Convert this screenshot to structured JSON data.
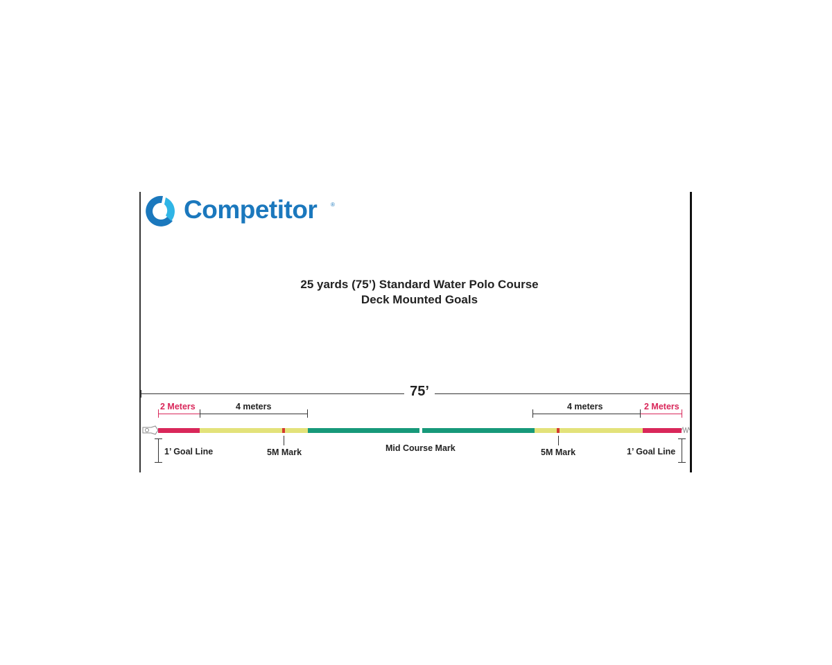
{
  "brand": {
    "name": "Competitor",
    "registered_mark": "®",
    "logo_colors": {
      "outer_arc": "#1b78bd",
      "inner_arc": "#2fb5e6",
      "text": "#1b78bd"
    }
  },
  "title": {
    "line1": "25 yards (75’) Standard Water Polo Course",
    "line2": "Deck Mounted Goals"
  },
  "overall_dimension": {
    "label": "75’"
  },
  "segments": {
    "left_red": {
      "label": "2 Meters",
      "color": "#d9275a"
    },
    "left_yellow": {
      "label": "4 meters",
      "color": "#e3e27a"
    },
    "center_green": {
      "color": "#17997a"
    },
    "right_yellow": {
      "label": "4 meters",
      "color": "#e3e27a"
    },
    "right_red": {
      "label": "2 Meters",
      "color": "#d9275a"
    }
  },
  "markers": {
    "left_goal_line": "1’ Goal Line",
    "left_5m": "5M Mark",
    "mid_course": "Mid Course Mark",
    "right_5m": "5M Mark",
    "right_goal_line": "1’ Goal Line"
  },
  "icons": {
    "left_end": "hook-clip-icon",
    "right_end": "spring-icon"
  }
}
